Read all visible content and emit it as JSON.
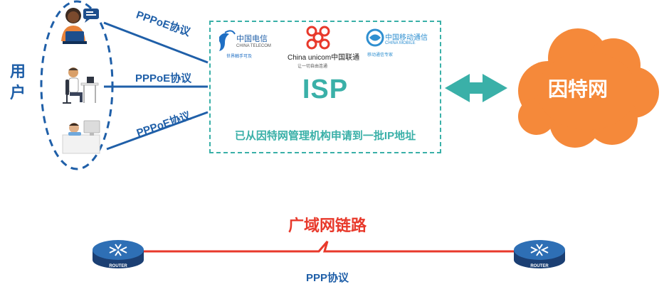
{
  "users": {
    "label": "用户"
  },
  "links": [
    {
      "protocol": "PPPoE协议"
    },
    {
      "protocol": "PPPoE协议"
    },
    {
      "protocol": "PPPoE协议"
    }
  ],
  "isp": {
    "title": "ISP",
    "note": "已从因特网管理机构申请到一批IP地址",
    "providers": [
      {
        "name": "中国电信",
        "name_en": "CHINA TELECOM",
        "slogan": "世界触手可及"
      },
      {
        "name": "China unicom中国联通",
        "name_en": "",
        "slogan": "让一切自由连通"
      },
      {
        "name": "中国移动通信",
        "name_en": "CHINA MOBILE",
        "slogan": "移动通信专家"
      }
    ]
  },
  "internet": {
    "label": "因特网"
  },
  "wan": {
    "label": "广域网链路",
    "protocol": "PPP协议",
    "router_label": "ROUTER"
  },
  "colors": {
    "blue": "#1f5fa8",
    "teal": "#3ab0a8",
    "orange": "#f5893a",
    "red": "#e8392b"
  }
}
